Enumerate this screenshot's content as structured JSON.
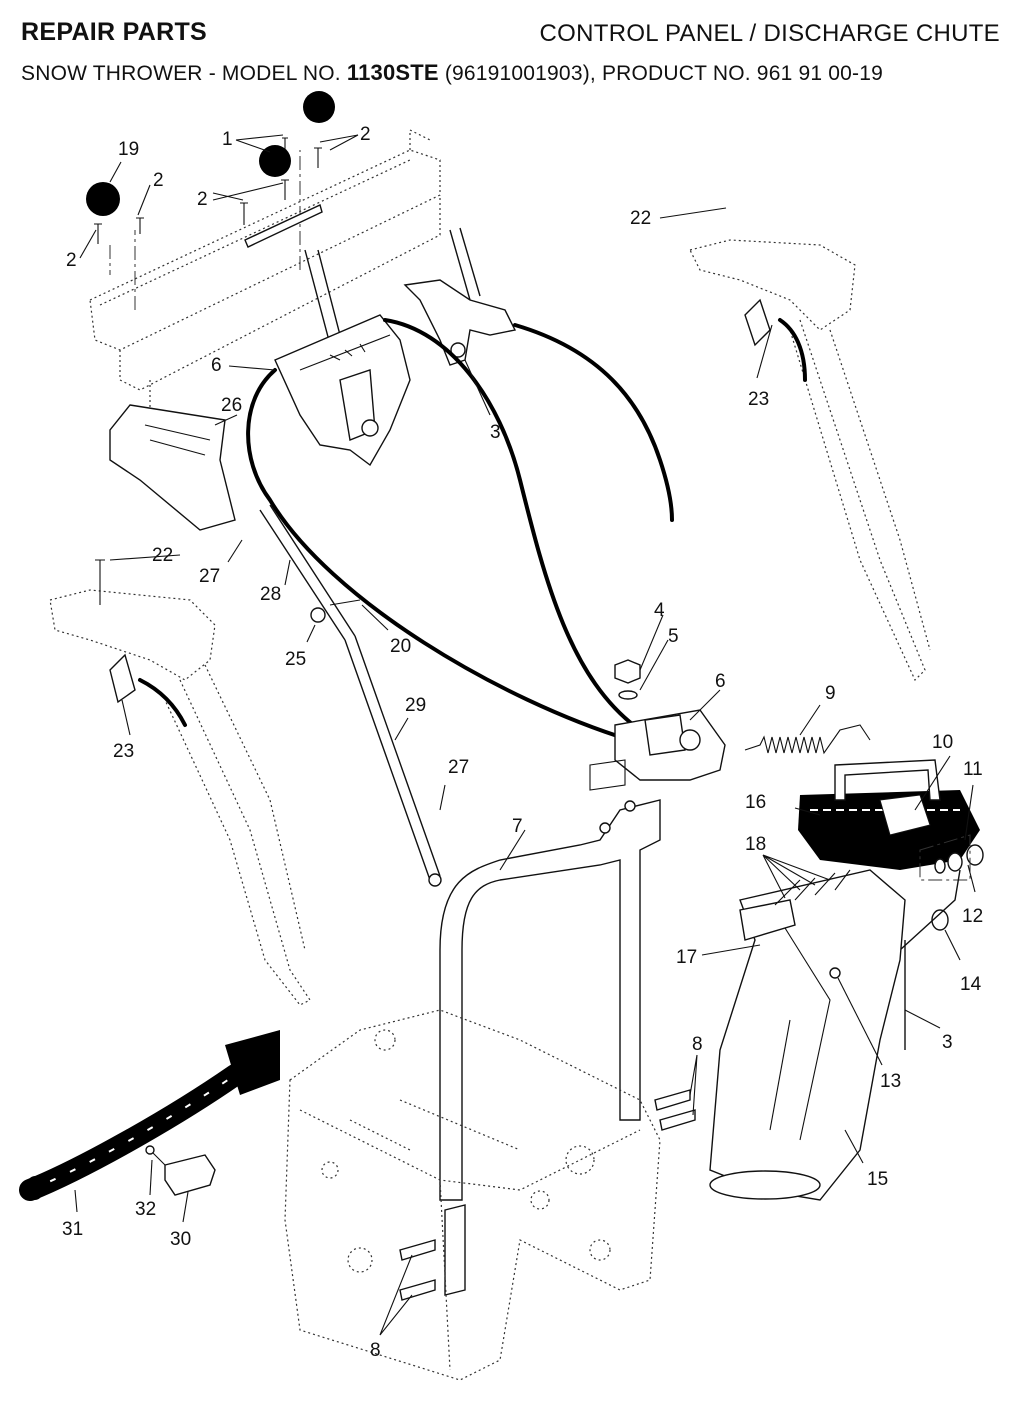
{
  "header": {
    "section": "REPAIR PARTS",
    "title": "CONTROL PANEL / DISCHARGE CHUTE",
    "subtitle_prefix": "SNOW THROWER - MODEL NO.",
    "model": "1130STE",
    "subtitle_suffix": "(96191001903), PRODUCT NO. 961 91 00-19"
  },
  "callouts": {
    "c1": "1",
    "c2a": "2",
    "c2b": "2",
    "c2c": "2",
    "c2d": "2",
    "c19": "19",
    "c22a": "22",
    "c22b": "22",
    "c6a": "6",
    "c6b": "6",
    "c26": "26",
    "c3a": "3",
    "c3b": "3",
    "c23a": "23",
    "c23b": "23",
    "c27a": "27",
    "c27b": "27",
    "c28": "28",
    "c20": "20",
    "c25": "25",
    "c4": "4",
    "c5": "5",
    "c9": "9",
    "c10": "10",
    "c11": "11",
    "c29": "29",
    "c16": "16",
    "c18": "18",
    "c12": "12",
    "c7": "7",
    "c17": "17",
    "c14": "14",
    "c13": "13",
    "c8a": "8",
    "c8b": "8",
    "c15": "15",
    "c31": "31",
    "c32": "32",
    "c30": "30"
  }
}
